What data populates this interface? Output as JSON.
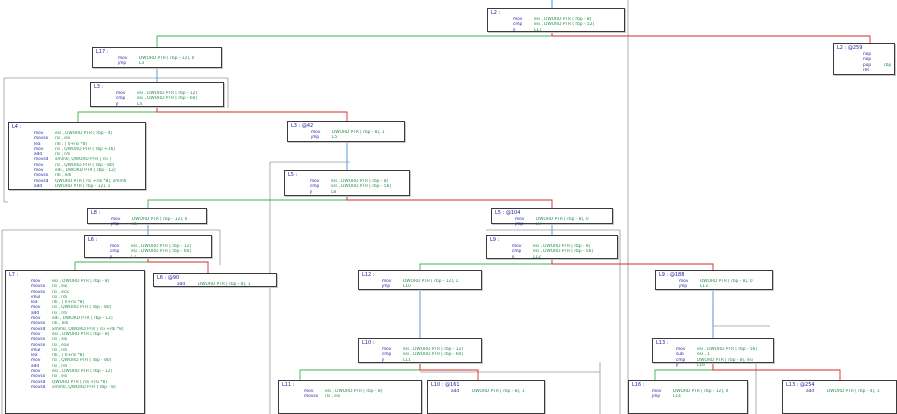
{
  "nodes": {
    "L2": {
      "label": "L2 :",
      "ins": [
        [
          "mov",
          "esi , DWORD PTR [ rbp - 8]"
        ],
        [
          "cmp",
          "esi , DWORD PTR [ rbp - 52]"
        ],
        [
          "jl",
          "L17"
        ]
      ]
    },
    "L17": {
      "label": "L17 :",
      "ins": [
        [
          "mov",
          "DWORD PTR [ rbp - 12], 0"
        ],
        [
          "jmp",
          "L3"
        ]
      ]
    },
    "L2_259": {
      "label": "L2 : @259",
      "ins": [
        [
          "nop",
          ""
        ],
        [
          "nop",
          ""
        ],
        [
          "pop",
          "rbp"
        ],
        [
          "ret",
          ""
        ]
      ]
    },
    "L3": {
      "label": "L3 :",
      "ins": [
        [
          "mov",
          "esi , DWORD PTR [ rbp - 12]"
        ],
        [
          "cmp",
          "esi , DWORD PTR [ rbp - 60]"
        ],
        [
          "jl",
          "L4"
        ]
      ]
    },
    "L4": {
      "label": "L4 :",
      "ins": [
        [
          "mov",
          "esi , DWORD PTR [ rbp - 4]"
        ],
        [
          "movsx",
          "rsi , esi"
        ],
        [
          "lea",
          "rdi , [ 0+rsi *8]"
        ],
        [
          "mov",
          "rsi , QWORD PTR [ rbp +16]"
        ],
        [
          "add",
          "rsi , rdi"
        ],
        [
          "movsd",
          "xmm0, QWORD PTR [ rsi ]"
        ],
        [
          "mov",
          "rsi , QWORD PTR [ rbp - 80]"
        ],
        [
          "mov",
          "edi , DWORD PTR [ rbp - 12]"
        ],
        [
          "movsx",
          "rdi , edi"
        ],
        [
          "movsd",
          "QWORD PTR [ rsi +rdi *8], xmm0"
        ],
        [
          "add",
          "DWORD PTR [ rbp - 12], 1"
        ]
      ]
    },
    "L3_42": {
      "label": "L3 : @42",
      "ins": [
        [
          "mov",
          "DWORD PTR [ rbp - 8], 1"
        ],
        [
          "jmp",
          "L5"
        ]
      ]
    },
    "L5": {
      "label": "L5 :",
      "ins": [
        [
          "mov",
          "esi , DWORD PTR [ rbp - 8]"
        ],
        [
          "cmp",
          "esi , DWORD PTR [ rbp - 56]"
        ],
        [
          "jl",
          "L8"
        ]
      ]
    },
    "L8": {
      "label": "L8 :",
      "ins": [
        [
          "mov",
          "DWORD PTR [ rbp - 12], 0"
        ],
        [
          "jmp",
          "L6"
        ]
      ]
    },
    "L5_104": {
      "label": "L5 : @104",
      "ins": [
        [
          "mov",
          "DWORD PTR [ rbp - 8], 0"
        ],
        [
          "jmp",
          "L9"
        ]
      ]
    },
    "L6": {
      "label": "L6 :",
      "ins": [
        [
          "mov",
          "esi , DWORD PTR [ rbp - 12]"
        ],
        [
          "cmp",
          "esi , DWORD PTR [ rbp - 60]"
        ],
        [
          "jl",
          "L7"
        ]
      ]
    },
    "L6_90": {
      "label": "L6 : @90",
      "ins": [
        [
          "add",
          "DWORD PTR [ rbp - 8], 1"
        ]
      ]
    },
    "L9": {
      "label": "L9 :",
      "ins": [
        [
          "mov",
          "esi , DWORD PTR [ rbp - 8]"
        ],
        [
          "cmp",
          "esi , DWORD PTR [ rbp - 56]"
        ],
        [
          "jl",
          "L12"
        ]
      ]
    },
    "L7": {
      "label": "L7 :",
      "ins": [
        [
          "mov",
          "esi , DWORD PTR [ rbp - 8]"
        ],
        [
          "movsx",
          "rsi , esi"
        ],
        [
          "movsx",
          "rsi , ecx"
        ],
        [
          "imul",
          "rsi , rdi"
        ],
        [
          "lea",
          "rdi , [ 0+rsi *8]"
        ],
        [
          "mov",
          "rsi , QWORD PTR [ rbp - 80]"
        ],
        [
          "add",
          "rsi , rdi"
        ],
        [
          "mov",
          "edi , DWORD PTR [ rbp - 12]"
        ],
        [
          "movsx",
          "rdi , edi"
        ],
        [
          "movsd",
          "xmm0, QWORD PTR [ rsi +rdi *8]"
        ],
        [
          "mov",
          "esi , DWORD PTR [ rbp - 8]"
        ],
        [
          "movsx",
          "rsi , esi"
        ],
        [
          "movsx",
          "rsi , eax"
        ],
        [
          "imul",
          "rsi , rdi"
        ],
        [
          "lea",
          "rdi , [ 0+rsi *8]"
        ],
        [
          "mov",
          "rsi , QWORD PTR [ rbp - 80]"
        ],
        [
          "add",
          "rsi , rdi"
        ],
        [
          "mov",
          "esi , DWORD PTR [ rbp - 12]"
        ],
        [
          "movsx",
          "rsi , esi"
        ],
        [
          "movsd",
          "QWORD PTR [ rdi +rsi *8]"
        ],
        [
          "movsd",
          "xmm0, QWORD PTR [ rbp - 8]"
        ]
      ]
    },
    "L12": {
      "label": "L12 :",
      "ins": [
        [
          "mov",
          "DWORD PTR [ rbp - 12], 1"
        ],
        [
          "jmp",
          "L10"
        ]
      ]
    },
    "L9_188": {
      "label": "L9 : @188",
      "ins": [
        [
          "mov",
          "DWORD PTR [ rbp - 8], 0"
        ],
        [
          "jmp",
          "L13"
        ]
      ]
    },
    "L10": {
      "label": "L10 :",
      "ins": [
        [
          "mov",
          "esi , DWORD PTR [ rbp - 12]"
        ],
        [
          "cmp",
          "esi , DWORD PTR [ rbp - 60]"
        ],
        [
          "jl",
          "L11"
        ]
      ]
    },
    "L13": {
      "label": "L13 :",
      "ins": [
        [
          "mov",
          "esi , DWORD PTR [ rbp - 56]"
        ],
        [
          "sub",
          "esi , 1"
        ],
        [
          "cmp",
          "DWORD PTR [ rbp - 8], esi"
        ],
        [
          "jl",
          "L16"
        ]
      ]
    },
    "L11": {
      "label": "L11 :",
      "ins": [
        [
          "mov",
          "esi , DWORD PTR [ rbp - 8]"
        ],
        [
          "movsx",
          "rsi , esi"
        ]
      ]
    },
    "L10_161": {
      "label": "L10 : @161",
      "ins": [
        [
          "add",
          "DWORD PTR [ rbp - 8], 1"
        ]
      ]
    },
    "L16": {
      "label": "L16 :",
      "ins": [
        [
          "mov",
          "DWORD PTR [ rbp - 12], 0"
        ],
        [
          "jmp",
          "L14"
        ]
      ]
    },
    "L13_254": {
      "label": "L13 : @254",
      "ins": [
        [
          "add",
          "DWORD PTR [ rbp - 4], 1"
        ]
      ]
    }
  },
  "colors": {
    "true_edge": "#3cb44b",
    "false_edge": "#d62828",
    "uncond_edge": "#4a90d9",
    "back_edge": "#9a9a9a"
  }
}
